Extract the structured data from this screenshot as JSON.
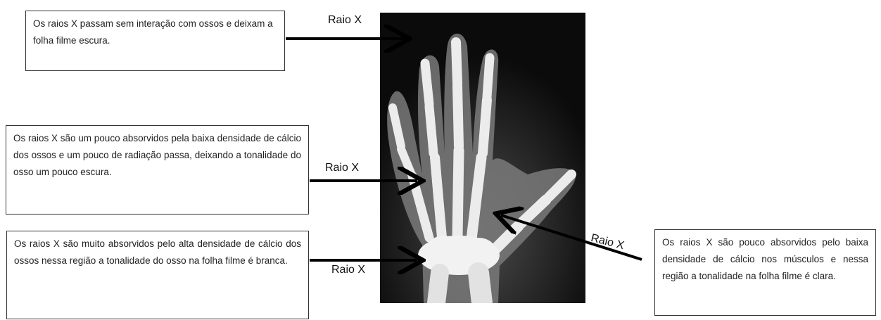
{
  "boxes": {
    "top": "Os raios X passam sem interação com ossos e deixam a folha filme escura.",
    "middle": "Os raios X são um pouco absorvidos pela baixa densidade de cálcio dos ossos e um pouco de radiação passa, deixando a tonalidade do osso um pouco escura.",
    "bottom": "Os raios X são muito absorvidos pelo alta densidade de cálcio dos ossos nessa região a tonalidade do osso na folha filme é branca.",
    "right": "Os raios X são pouco absorvidos pelo baixa densidade de cálcio nos músculos e nessa região a tonalidade na folha filme é clara."
  },
  "labels": {
    "top": "Raio X",
    "middle": "Raio X",
    "bottom": "Raio X",
    "right": "Raio X"
  },
  "image": {
    "subject": "hand x-ray",
    "background_color": "#0b0b0b",
    "bone_color": "#e8e8e8",
    "soft_tissue_color": "#7c7c7c"
  }
}
